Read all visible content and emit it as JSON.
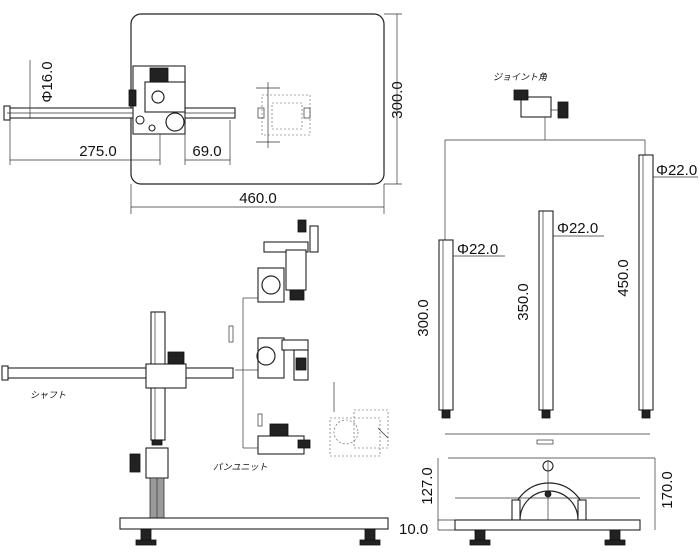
{
  "dimensions": {
    "plate_width": "460.0",
    "plate_depth": "300.0",
    "shaft_diameter": "Φ16.0",
    "shaft_offset": "275.0",
    "clamp_offset": "69.0",
    "pole_short_diameter": "Φ22.0",
    "pole_short_length": "300.0",
    "pole_mid_diameter": "Φ22.0",
    "pole_mid_length": "350.0",
    "pole_long_diameter": "Φ22.0",
    "pole_long_length": "450.0",
    "base_height": "127.0",
    "base_plate_thickness": "10.0",
    "base_total_height": "170.0"
  },
  "labels": {
    "joint": "ジョイント角",
    "shaft": "シャフト",
    "pan_unit": "パンユニット"
  }
}
